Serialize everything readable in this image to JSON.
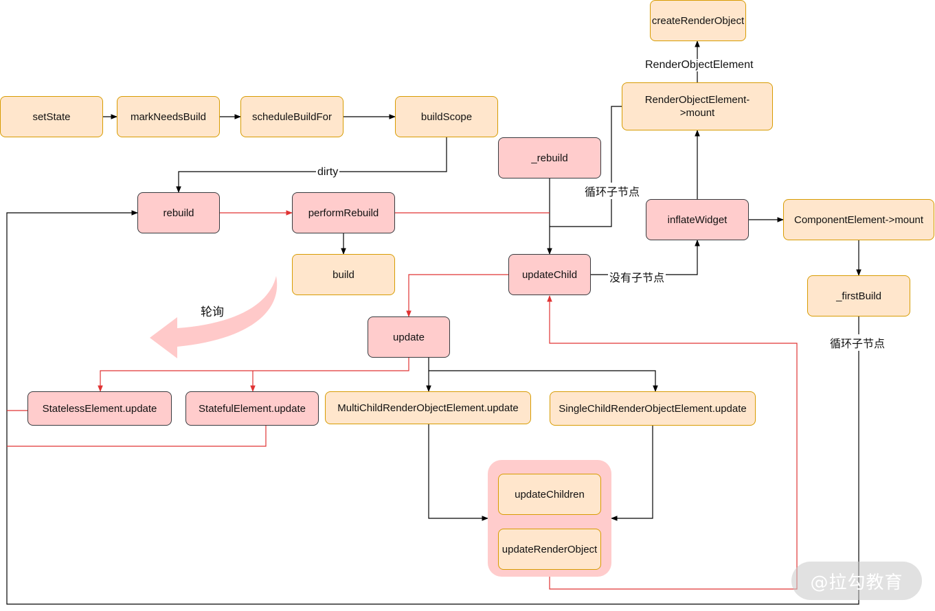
{
  "colors": {
    "orange_fill": "#ffe6cc",
    "orange_stroke": "#d79b00",
    "pink_fill": "#ffcccc",
    "pink_stroke": "#36393d",
    "edge_black": "#000000",
    "edge_red": "#e03333",
    "poll_arrow": "#ffc9c9"
  },
  "nodes": {
    "setState": "setState",
    "markNeedsBuild": "markNeedsBuild",
    "scheduleBuildFor": "scheduleBuildFor",
    "buildScope": "buildScope",
    "rebuild_private": "_rebuild",
    "rebuild": "rebuild",
    "performRebuild": "performRebuild",
    "build": "build",
    "createRenderObject": "createRenderObject",
    "renderObjectElementMount": "RenderObjectElement->mount",
    "inflateWidget": "inflateWidget",
    "componentElementMount": "ComponentElement->mount",
    "updateChild": "updateChild",
    "firstBuild": "_firstBuild",
    "update": "update",
    "statelessUpdate": "StatelessElement.update",
    "statefulUpdate": "StatefulElement.update",
    "multiChildUpdate": "MultiChildRenderObjectElement.update",
    "singleChildUpdate": "SingleChildRenderObjectElement.update",
    "updateChildren": "updateChildren",
    "updateRenderObject": "updateRenderObject"
  },
  "edge_labels": {
    "dirty": "dirty",
    "renderObjectElement": "RenderObjectElement",
    "loopChildren1": "循环子节点",
    "noChildren": "没有子节点",
    "polling": "轮询",
    "loopChildren2": "循环子节点"
  },
  "watermark": "@拉勾教育"
}
